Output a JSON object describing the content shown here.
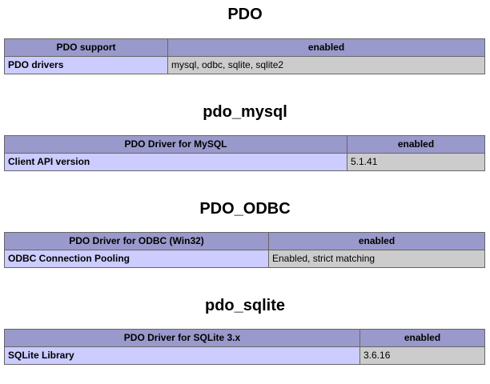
{
  "sections": [
    {
      "title": "PDO",
      "header": [
        "PDO support",
        "enabled"
      ],
      "row": {
        "label": "PDO drivers",
        "value": "mysql, odbc, sqlite, sqlite2"
      }
    },
    {
      "title": "pdo_mysql",
      "header": [
        "PDO Driver for MySQL",
        "enabled"
      ],
      "row": {
        "label": "Client API version",
        "value": "5.1.41"
      }
    },
    {
      "title": "PDO_ODBC",
      "header": [
        "PDO Driver for ODBC (Win32)",
        "enabled"
      ],
      "row": {
        "label": "ODBC Connection Pooling",
        "value": "Enabled, strict matching"
      }
    },
    {
      "title": "pdo_sqlite",
      "header": [
        "PDO Driver for SQLite 3.x",
        "enabled"
      ],
      "row": {
        "label": "SQLite Library",
        "value": "3.6.16"
      }
    }
  ],
  "colors": {
    "header_bg": "#9999cc",
    "label_bg": "#ccccff",
    "value_bg": "#cccccc",
    "border": "#666666"
  }
}
